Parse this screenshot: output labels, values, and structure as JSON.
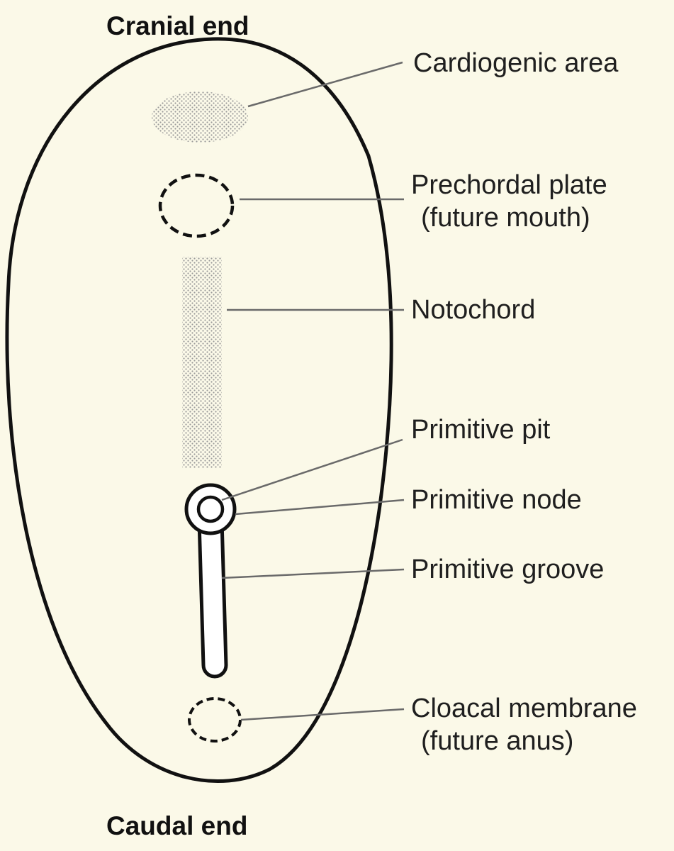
{
  "colors": {
    "background": "#fbf9e8",
    "outline": "#111111",
    "leader": "#6a6a6a",
    "stipple": "#9a9a9a"
  },
  "orientation": {
    "cranial": "Cranial end",
    "caudal": "Caudal end"
  },
  "labels": {
    "cardiogenic": "Cardiogenic area",
    "prechordal_line1": "Prechordal plate",
    "prechordal_line2": "(future mouth)",
    "notochord": "Notochord",
    "primitive_pit": "Primitive pit",
    "primitive_node": "Primitive node",
    "primitive_groove": "Primitive groove",
    "cloacal_line1": "Cloacal membrane",
    "cloacal_line2": "(future anus)"
  }
}
